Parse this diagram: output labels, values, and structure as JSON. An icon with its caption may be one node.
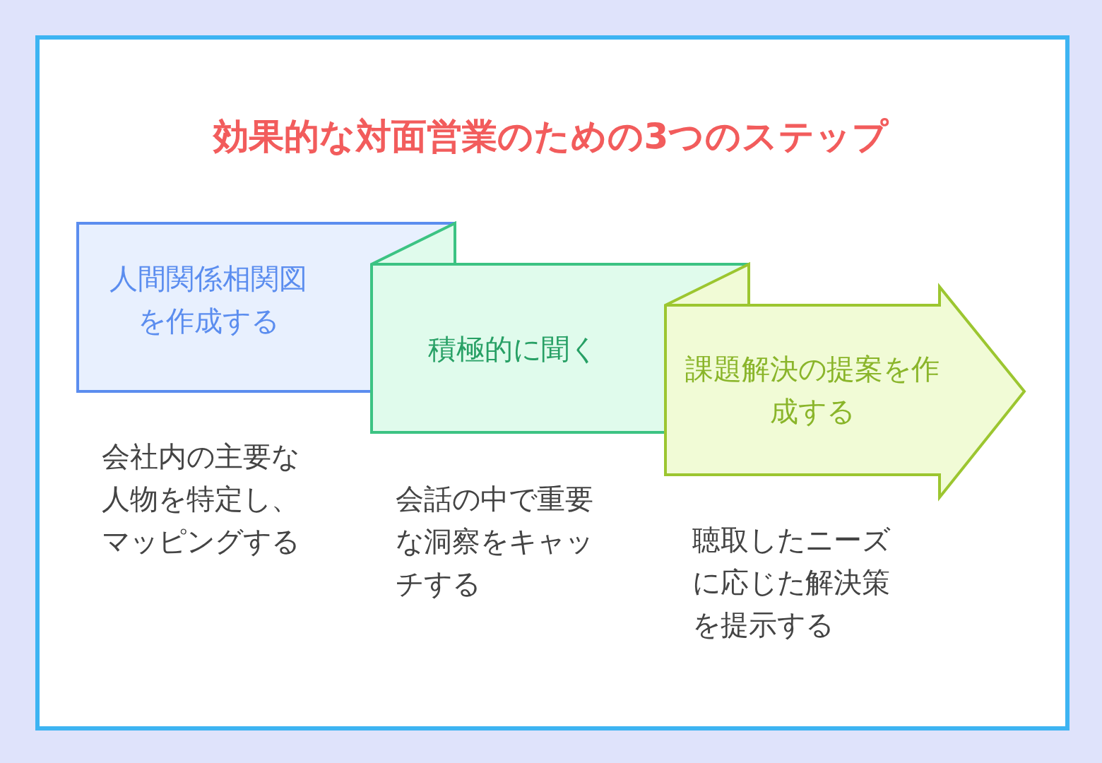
{
  "diagram": {
    "title": "効果的な対面営業のための3つのステップ",
    "nodes": [
      {
        "text": [
          "人間関係相関図を作成する"
        ],
        "beside": [
          "会社内の主要な人物を特定し、マッピングする"
        ]
      },
      {
        "text": [
          "積極的に聞く"
        ],
        "beside": [
          "会話の中で重要な洞察をキャッチする"
        ]
      },
      {
        "text": [
          "課題解決の提案を作成する"
        ],
        "beside": [
          "聴取したニーズに応じた解決策を提示する"
        ]
      }
    ]
  }
}
